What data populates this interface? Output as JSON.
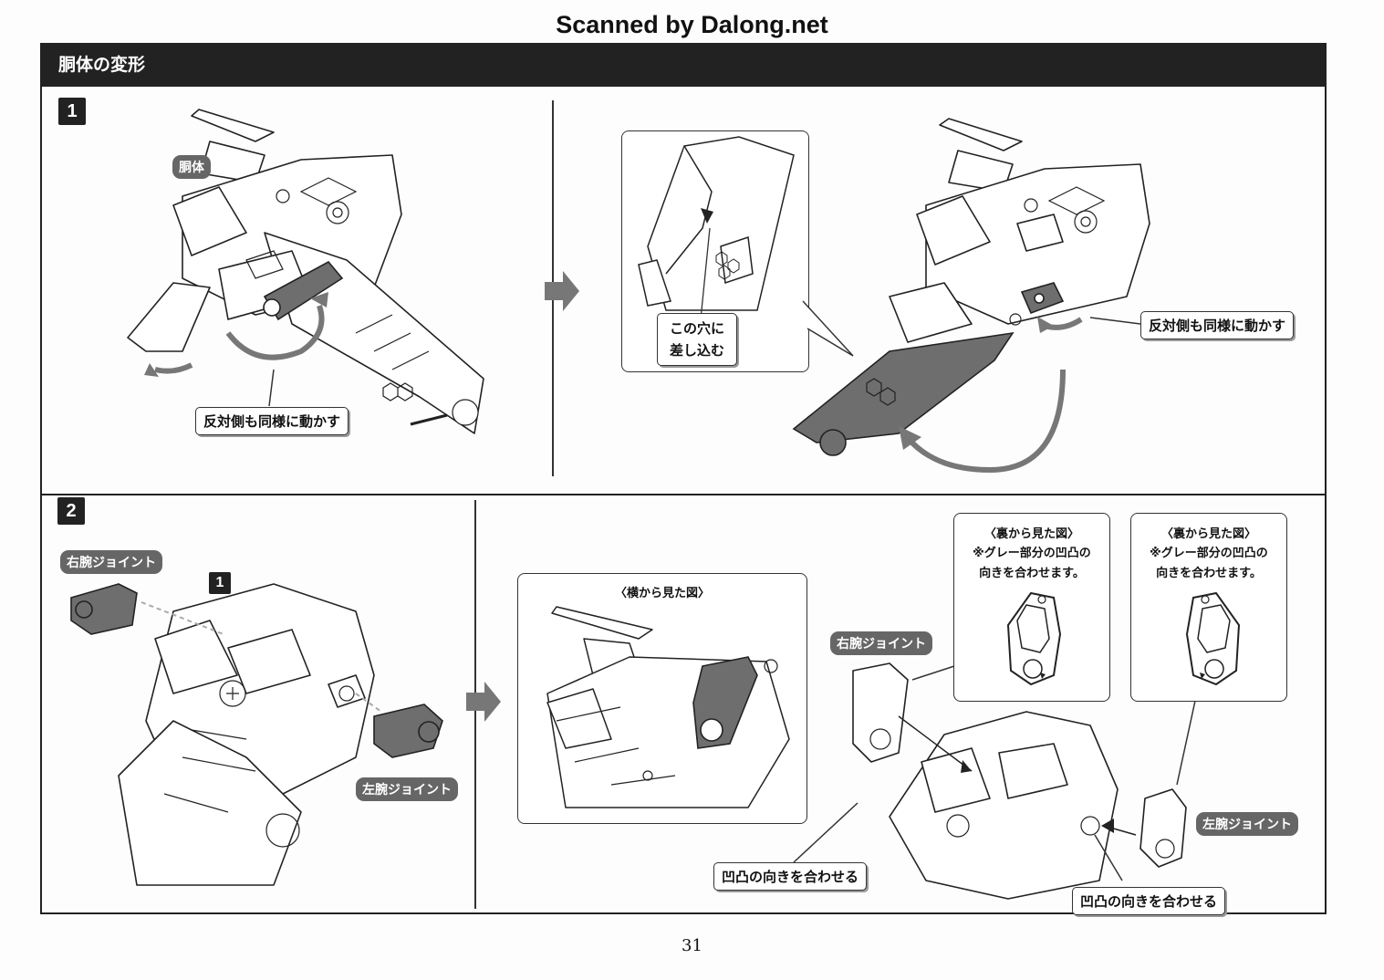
{
  "watermark": "Scanned by Dalong.net",
  "section_title": "胴体の変形",
  "page_number": "31",
  "step1": {
    "number": "1",
    "part_label": "胴体",
    "instruction_left": "反対側も同様に動かす",
    "hole_note_line1": "この穴に",
    "hole_note_line2": "差し込む",
    "instruction_right": "反対側も同様に動かす"
  },
  "step2": {
    "number": "2",
    "ref_badge": "1",
    "right_arm_joint": "右腕ジョイント",
    "left_arm_joint": "左腕ジョイント",
    "side_view_title": "〈横から見た図〉",
    "back_view_left": {
      "title": "〈裏から見た図〉",
      "note_line1": "※グレー部分の凹凸の",
      "note_line2": "向きを合わせます。"
    },
    "back_view_right": {
      "title": "〈裏から見た図〉",
      "note_line1": "※グレー部分の凹凸の",
      "note_line2": "向きを合わせます。"
    },
    "right_arm_joint_result": "右腕ジョイント",
    "left_arm_joint_result": "左腕ジョイント",
    "align_note_left": "凹凸の向きを合わせる",
    "align_note_right": "凹凸の向きを合わせる"
  },
  "colors": {
    "header_bg": "#222222",
    "label_bg": "#666666",
    "part_gray": "#6e6e6e"
  }
}
